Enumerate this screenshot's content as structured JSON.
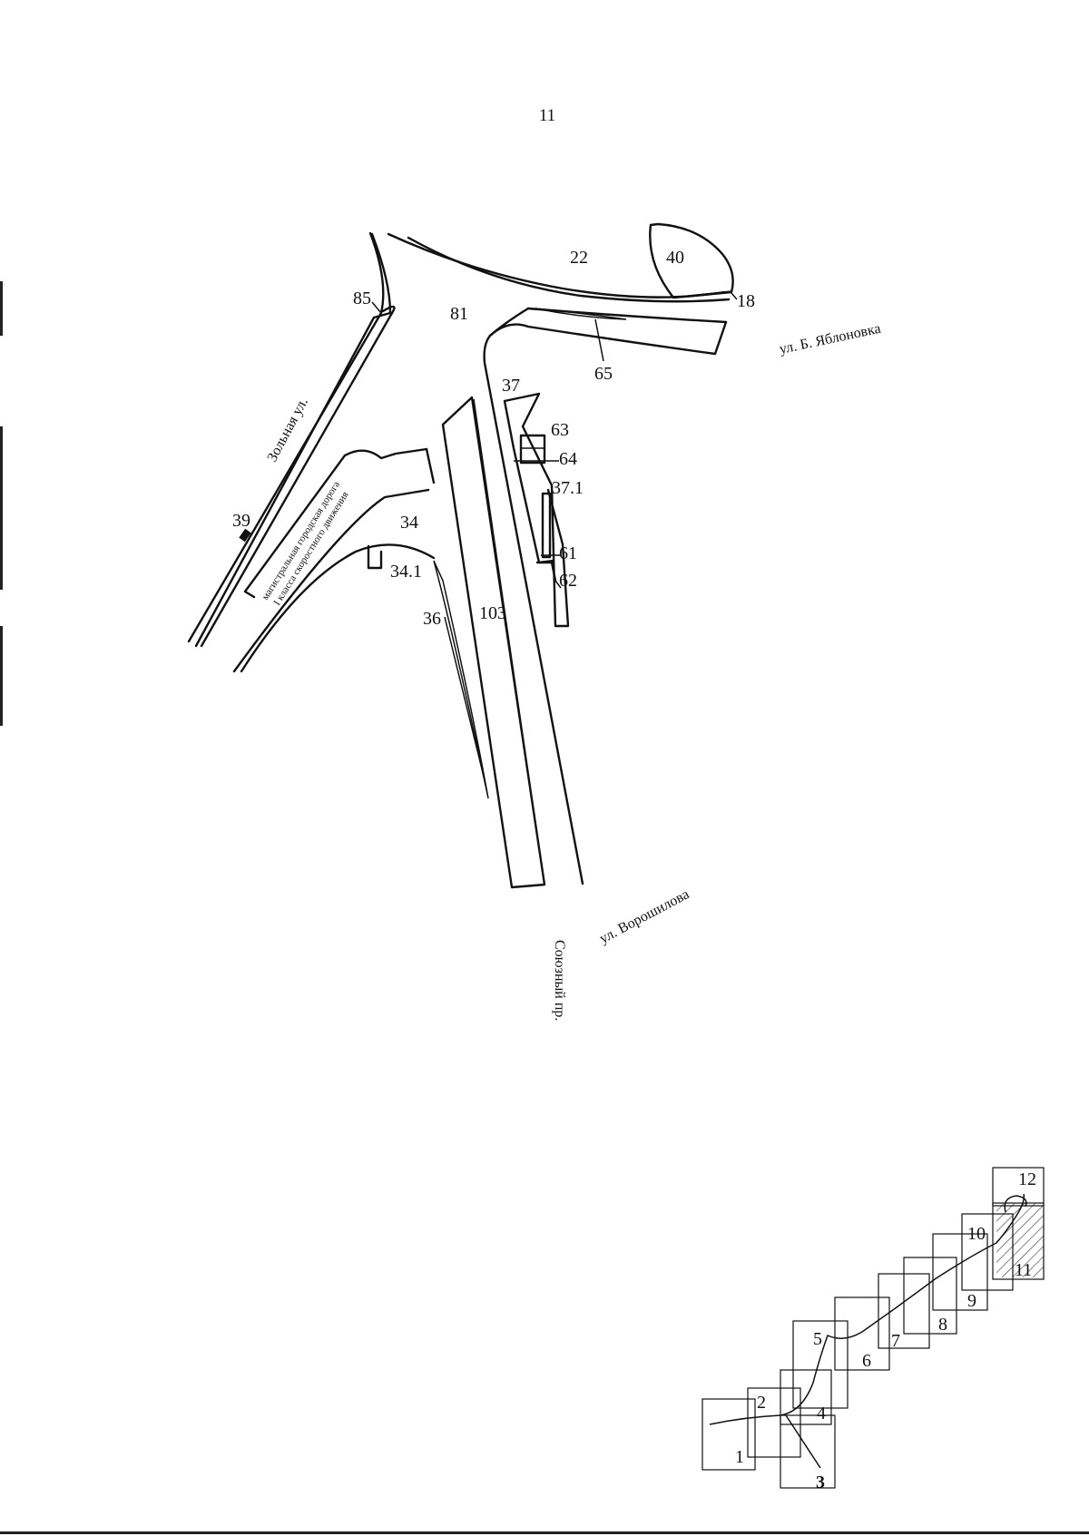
{
  "page_number": "11",
  "parcels": [
    {
      "id": "22"
    },
    {
      "id": "40"
    },
    {
      "id": "18"
    },
    {
      "id": "85"
    },
    {
      "id": "81"
    },
    {
      "id": "65"
    },
    {
      "id": "37"
    },
    {
      "id": "63"
    },
    {
      "id": "64"
    },
    {
      "id": "37.1"
    },
    {
      "id": "39"
    },
    {
      "id": "34"
    },
    {
      "id": "61"
    },
    {
      "id": "62"
    },
    {
      "id": "34.1"
    },
    {
      "id": "36"
    },
    {
      "id": "103"
    }
  ],
  "streets": {
    "b_yablonovka": "ул. Б. Яблоновка",
    "zolnaya": "Зольная ул.",
    "highway_line1": "магистральная городская дорога",
    "highway_line2": "I класса скоростного движения",
    "voroshilova": "ул. Ворошилова",
    "soyuzny": "Союзный пр."
  },
  "index_map": {
    "sheets": [
      "1",
      "2",
      "3",
      "4",
      "5",
      "6",
      "7",
      "8",
      "9",
      "10",
      "11",
      "12"
    ],
    "current_sheet": "11",
    "highlight_color": "#444444"
  },
  "colors": {
    "ink": "#111111",
    "paper": "#ffffff"
  }
}
